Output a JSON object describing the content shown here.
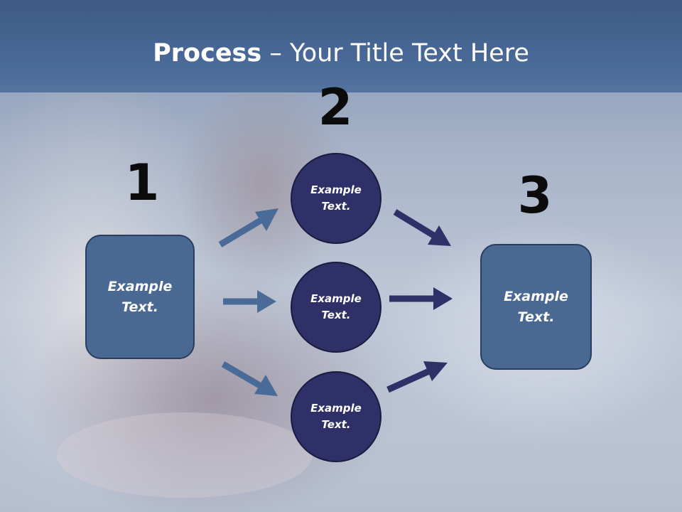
{
  "slide": {
    "title_bold": "Process",
    "title_rest": " – Your Title Text Here"
  },
  "numbers": {
    "n1": "1",
    "n2": "2",
    "n3": "3"
  },
  "nodes": {
    "left_box": "Example\nText.",
    "circle_top": "Example\nText.",
    "circle_mid": "Example\nText.",
    "circle_bottom": "Example\nText.",
    "right_box": "Example\nText."
  },
  "colors": {
    "title_band": "#4a6a98",
    "box_fill": "#496993",
    "circle_fill": "#2f3068",
    "arrow_left": "#4a6a98",
    "arrow_right": "#2f3068"
  }
}
